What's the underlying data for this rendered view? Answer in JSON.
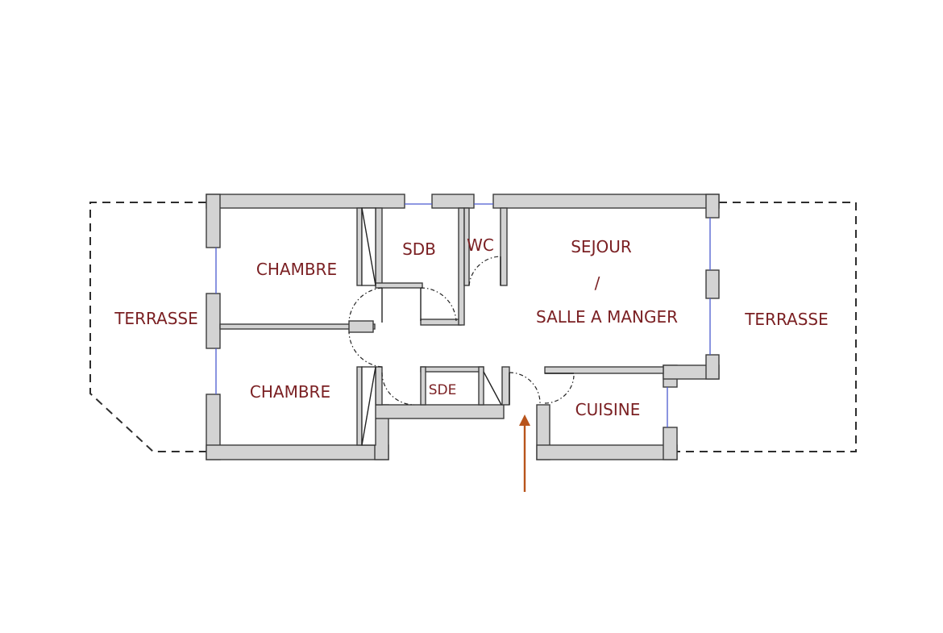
{
  "plan": {
    "rooms": {
      "chambre_1": "CHAMBRE",
      "chambre_2": "CHAMBRE",
      "sdb": "SDB",
      "wc": "WC",
      "sejour": "SEJOUR",
      "sejour_sep": "/",
      "salle_a_manger": "SALLE A MANGER",
      "sde": "SDE",
      "cuisine": "CUISINE",
      "terrasse_left": "TERRASSE",
      "terrasse_right": "TERRASSE"
    },
    "colors": {
      "label": "#7a1f22",
      "wall_fill": "#d3d3d3",
      "entrance_arrow": "#b8541c",
      "window": "#4a5bd0"
    }
  }
}
